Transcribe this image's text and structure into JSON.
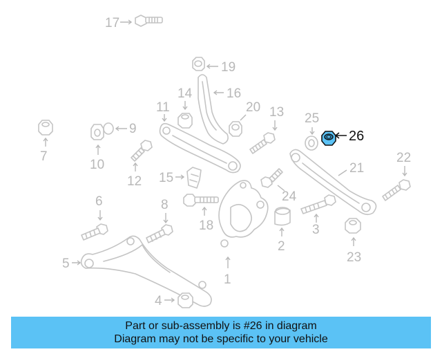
{
  "diagram": {
    "callouts": [
      "1",
      "2",
      "3",
      "4",
      "5",
      "6",
      "7",
      "8",
      "9",
      "10",
      "11",
      "12",
      "13",
      "14",
      "15",
      "16",
      "17",
      "18",
      "19",
      "20",
      "21",
      "22",
      "23",
      "24",
      "25"
    ],
    "highlighted_callout": "26",
    "highlight_color": "#5bc2f5"
  },
  "banner": {
    "line1": "Part or sub-assembly is #26 in diagram",
    "line2": "Diagram may not be specific to your vehicle",
    "background": "#5bc2f5"
  }
}
